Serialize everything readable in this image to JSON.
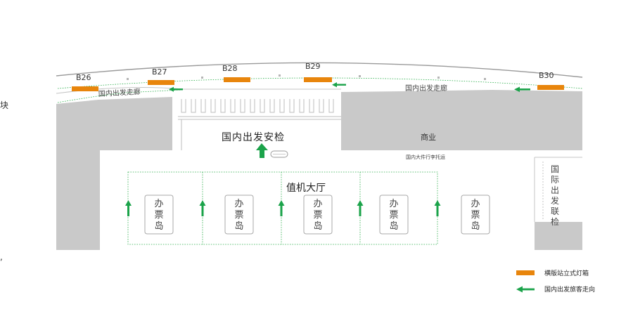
{
  "fragments": {
    "left_edge_top": "块",
    "left_edge_bottom": ","
  },
  "gates": [
    {
      "id": "gate-b26",
      "label": "B26"
    },
    {
      "id": "gate-b27",
      "label": "B27"
    },
    {
      "id": "gate-b28",
      "label": "B28"
    },
    {
      "id": "gate-b29",
      "label": "B29"
    },
    {
      "id": "gate-b30",
      "label": "B30"
    }
  ],
  "corridor": {
    "left_label": "国内出发走廊",
    "right_label": "国内出发走廊"
  },
  "areas": {
    "security": "国内出发安检",
    "commercial": "商业",
    "baggage_storage": "国内大件行李托运",
    "checkin_hall": "值机大厅",
    "intl_link": "国际出发联检"
  },
  "islands": [
    {
      "label": "办票岛"
    },
    {
      "label": "办票岛"
    },
    {
      "label": "办票岛"
    },
    {
      "label": "办票岛"
    },
    {
      "label": "办票岛"
    }
  ],
  "legend": {
    "lightbox_label": "横版站立式灯箱",
    "direction_label": "国内出发旅客走向"
  },
  "colors": {
    "lightbox": "#E8850C",
    "arrow": "#1BA34A",
    "wall": "#C9C9C9",
    "route": "#2FAF4E"
  }
}
